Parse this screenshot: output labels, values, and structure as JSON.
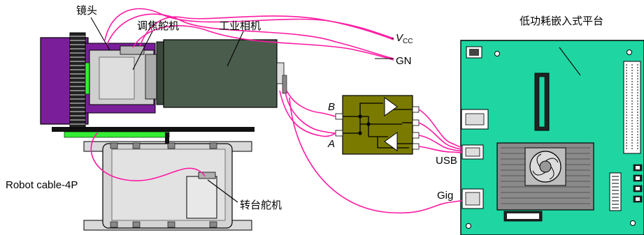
{
  "labels": {
    "lens": "镜头",
    "focus_servo": "调焦舵机",
    "industrial_camera": "工业相机",
    "vcc_v": "V",
    "vcc_sub": "CC",
    "gnd": "GN",
    "embedded_platform": "低功耗嵌入式平台",
    "b": "B",
    "a": "A",
    "usb": "USB",
    "gig": "Gig",
    "robot_cable": "Robot cable-4P",
    "turntable_servo": "转台舵机"
  },
  "colors": {
    "cable": "#ff1aa3",
    "lens_body": "#7a1f99",
    "camera_body": "#4a5d4c",
    "board": "#1fd6a3",
    "chip_board": "#7a7a00",
    "gray_metal": "#cfcfcf",
    "green_strip": "#33ee33"
  }
}
